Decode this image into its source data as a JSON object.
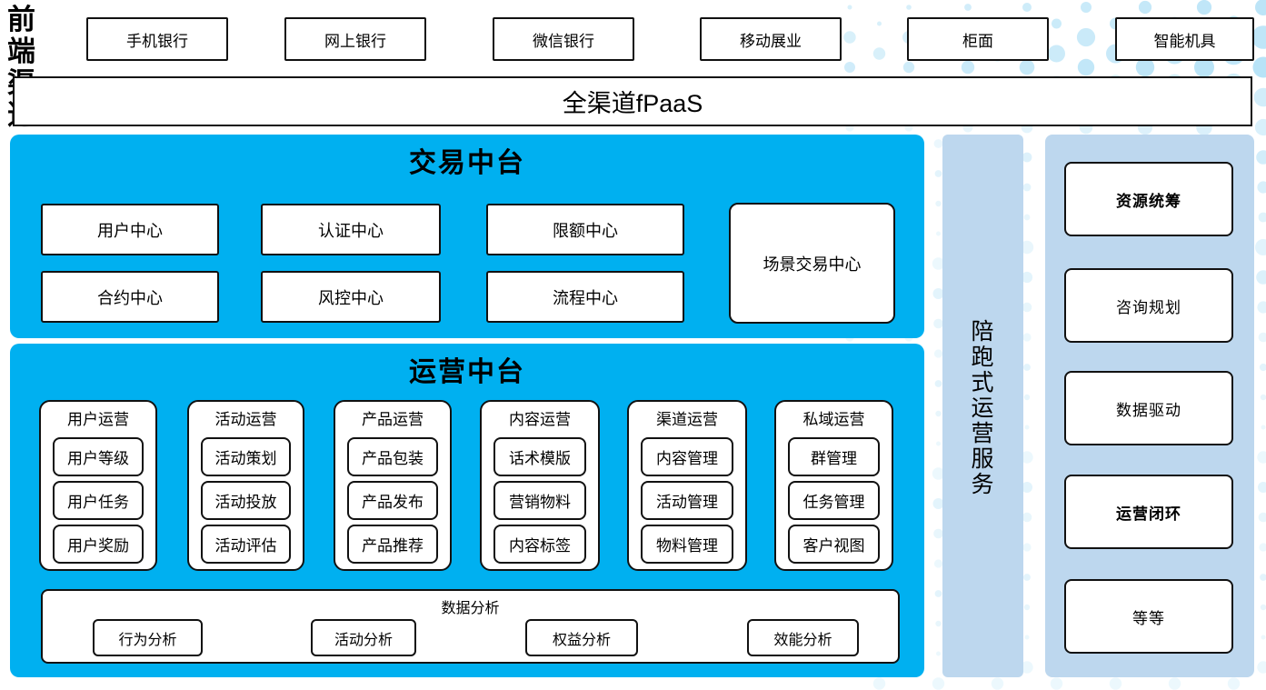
{
  "front_channels": {
    "label": "前端渠道",
    "items": [
      "手机银行",
      "网上银行",
      "微信银行",
      "移动展业",
      "柜面",
      "智能机具"
    ]
  },
  "fpaas": {
    "label": "全渠道fPaaS"
  },
  "transaction_platform": {
    "title": "交易中台",
    "centers": [
      "用户中心",
      "认证中心",
      "限额中心",
      "合约中心",
      "风控中心",
      "流程中心"
    ],
    "scenario_center": "场景交易中心"
  },
  "operation_platform": {
    "title": "运营中台",
    "columns": [
      {
        "header": "用户运营",
        "items": [
          "用户等级",
          "用户任务",
          "用户奖励"
        ]
      },
      {
        "header": "活动运营",
        "items": [
          "活动策划",
          "活动投放",
          "活动评估"
        ]
      },
      {
        "header": "产品运营",
        "items": [
          "产品包装",
          "产品发布",
          "产品推荐"
        ]
      },
      {
        "header": "内容运营",
        "items": [
          "话术模版",
          "营销物料",
          "内容标签"
        ]
      },
      {
        "header": "渠道运营",
        "items": [
          "内容管理",
          "活动管理",
          "物料管理"
        ]
      },
      {
        "header": "私域运营",
        "items": [
          "群管理",
          "任务管理",
          "客户视图"
        ]
      }
    ],
    "data_analysis": {
      "title": "数据分析",
      "items": [
        "行为分析",
        "活动分析",
        "权益分析",
        "效能分析"
      ]
    }
  },
  "side_service": {
    "label": "陪跑式运营服务"
  },
  "right_panel": {
    "items": [
      {
        "label": "资源统筹",
        "bold": true
      },
      {
        "label": "咨询规划",
        "bold": false
      },
      {
        "label": "数据驱动",
        "bold": false
      },
      {
        "label": "运营闭环",
        "bold": true
      },
      {
        "label": "等等",
        "bold": false
      }
    ]
  },
  "colors": {
    "accent_blue": "#00B0F0",
    "light_blue": "#BDD7EE",
    "dot_blue": "#A9DDF5"
  }
}
